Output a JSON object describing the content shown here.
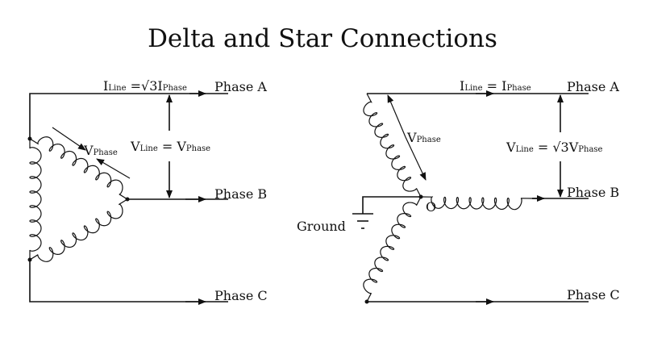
{
  "title": "Delta and Star Connections",
  "delta": {
    "current_relation": {
      "lhs": "I",
      "lhs_sub": "Line",
      "eq": " =√3I",
      "rhs_sub": "Phase"
    },
    "voltage_relation": {
      "lhs": "V",
      "lhs_sub": "Line",
      "eq": " = V",
      "rhs_sub": "Phase"
    },
    "phase_voltage": {
      "main": "V",
      "sub": "Phase"
    },
    "phases": [
      "Phase A",
      "Phase B",
      "Phase C"
    ]
  },
  "star": {
    "current_relation": {
      "lhs": "I",
      "lhs_sub": "Line",
      "eq": " = I",
      "rhs_sub": "Phase"
    },
    "voltage_relation": {
      "lhs": "V",
      "lhs_sub": "Line",
      "eq": " = √3V",
      "rhs_sub": "Phase"
    },
    "phase_voltage": {
      "main": "V",
      "sub": "Phase"
    },
    "neutral_label": "O",
    "ground_label": "Ground",
    "phases": [
      "Phase A",
      "Phase B",
      "Phase C"
    ]
  },
  "colors": {
    "line": "#111111",
    "background": "#ffffff"
  }
}
